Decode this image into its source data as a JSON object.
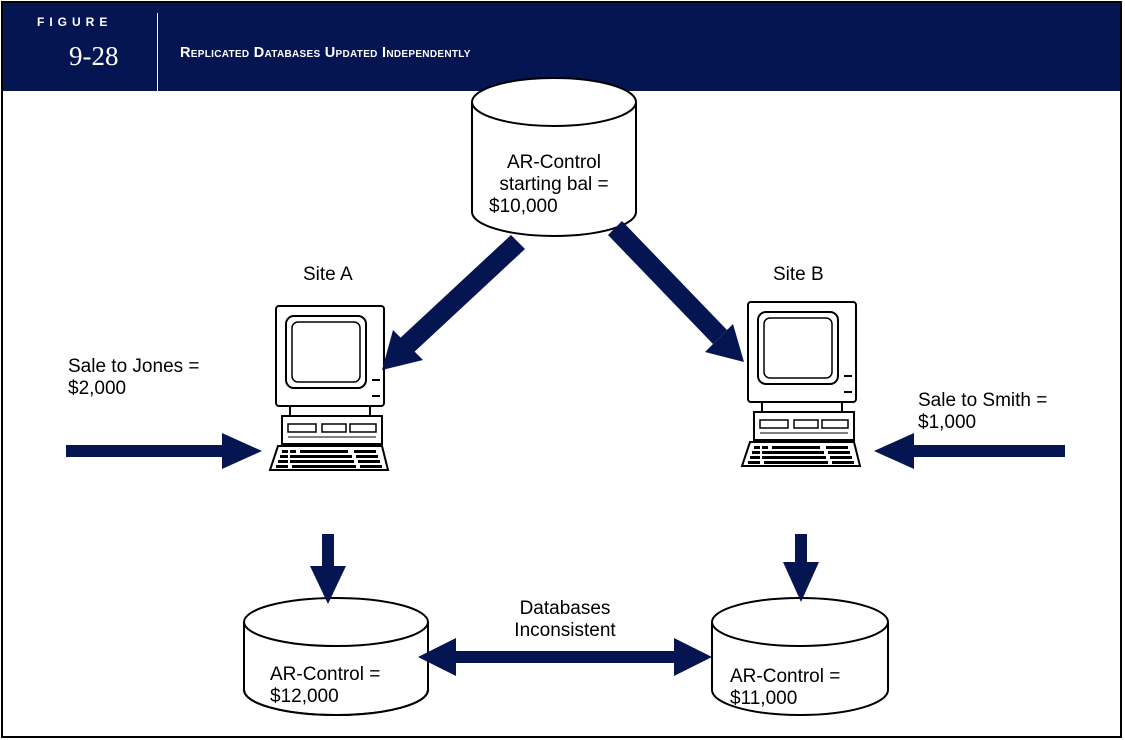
{
  "header": {
    "figure_word": "FIGURE",
    "figure_number": "9-28",
    "title": "Replicated Databases Updated Independently"
  },
  "diagram": {
    "central_db": {
      "line1": "AR-Control",
      "line2": "starting bal =",
      "line3": "$10,000"
    },
    "site_a": {
      "label": "Site A"
    },
    "site_b": {
      "label": "Site B"
    },
    "sale_jones": {
      "line1": "Sale to Jones =",
      "line2": "$2,000"
    },
    "sale_smith": {
      "line1": "Sale to Smith =",
      "line2": "$1,000"
    },
    "db_a": {
      "line1": "AR-Control =",
      "line2": "$12,000"
    },
    "db_b": {
      "line1": "AR-Control =",
      "line2": "$11,000"
    },
    "inconsistent": {
      "line1": "Databases",
      "line2": "Inconsistent"
    }
  },
  "colors": {
    "header_bg": "#041552",
    "arrow": "#041552",
    "border": "#000000"
  }
}
